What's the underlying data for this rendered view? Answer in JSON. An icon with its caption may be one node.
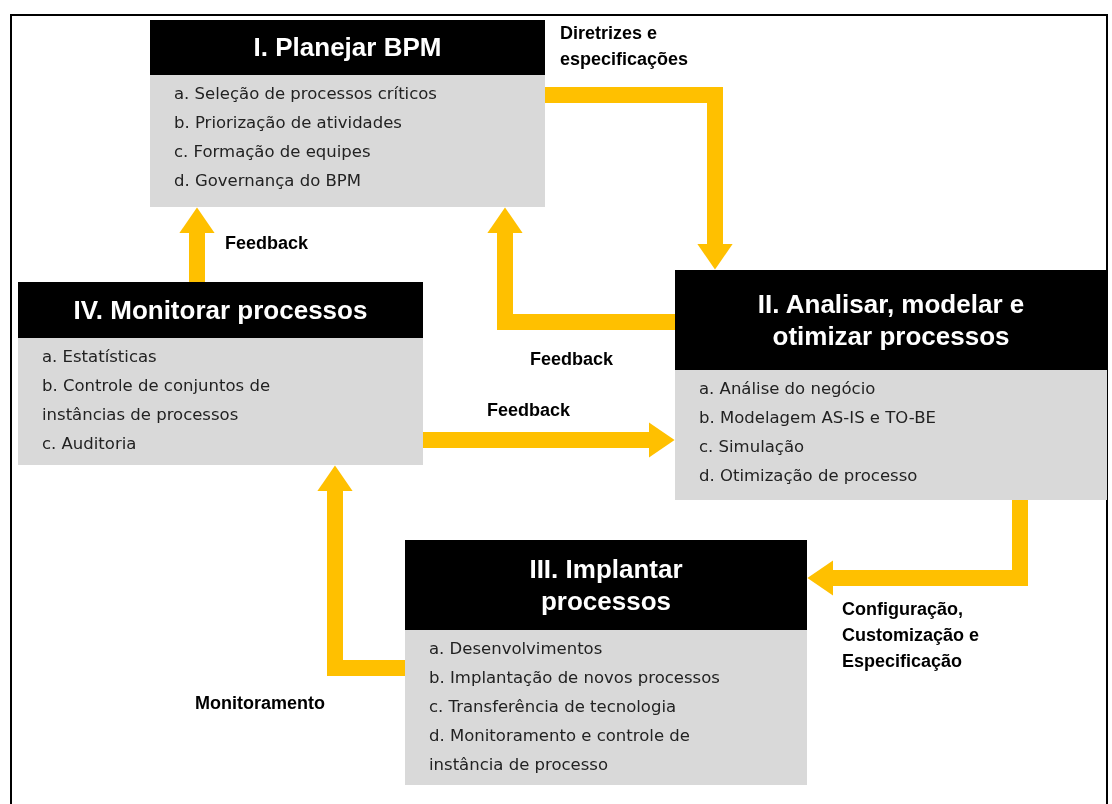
{
  "diagram": {
    "nodes": [
      {
        "text": [
          "I. Planejar BPM",
          "a. Seleção de processos críticos",
          "b. Priorização de atividades",
          "c. Formação de equipes",
          "d. Governança do BPM"
        ]
      },
      {
        "text": [
          "II. Analisar, modelar e otimizar processos",
          "a. Análise do negócio",
          "b. Modelagem AS-IS e TO-BE",
          "c. Simulação",
          "d. Otimização de processo"
        ]
      },
      {
        "text": [
          "III. Implantar processos",
          "a. Desenvolvimentos",
          "b. Implantação de novos processos",
          "c. Transferência de tecnologia",
          "d. Monitoramento e controle de instância de processo"
        ]
      },
      {
        "text": [
          "IV. Monitorar processos",
          "a. Estatísticas",
          "b. Controle de conjuntos de instâncias de processos",
          "c. Auditoria"
        ]
      }
    ],
    "edges": [
      {
        "from": 0,
        "to": 1,
        "arrow": "to",
        "label": "Diretrizes e especificações"
      },
      {
        "from": 1,
        "to": 0,
        "arrow": "to",
        "label": "Feedback"
      },
      {
        "from": 3,
        "to": 0,
        "arrow": "to",
        "label": "Feedback"
      },
      {
        "from": 3,
        "to": 1,
        "arrow": "to",
        "label": "Feedback"
      },
      {
        "from": 1,
        "to": 2,
        "arrow": "to",
        "label": "Configuração, Customização e Especificação"
      },
      {
        "from": 2,
        "to": 3,
        "arrow": "to",
        "label": "Monitoramento"
      }
    ]
  }
}
